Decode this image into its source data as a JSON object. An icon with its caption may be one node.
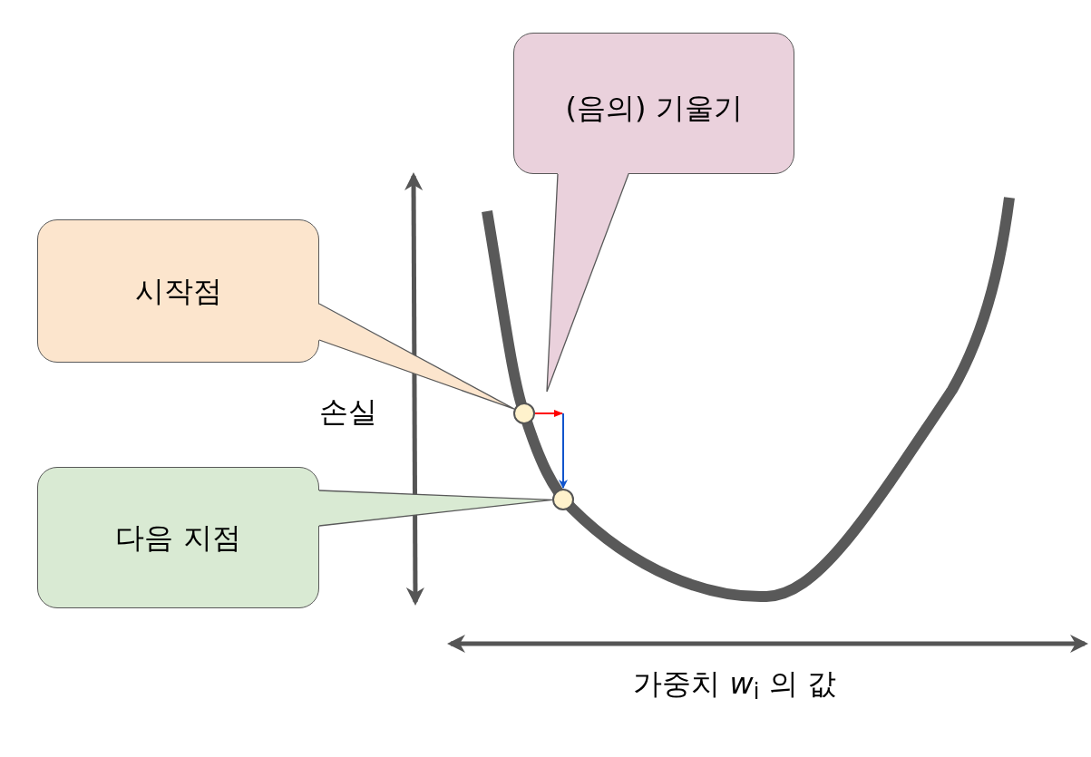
{
  "diagram": {
    "nodes": [
      {
        "text": [
          "(음의) 기울기"
        ]
      },
      {
        "text": [
          "시작점"
        ]
      },
      {
        "text": [
          "다음 지점"
        ]
      },
      {
        "text": [],
        "shape": "circle"
      },
      {
        "text": [],
        "shape": "circle"
      }
    ],
    "edges": [
      {
        "from": 0,
        "to": null,
        "arrow": "none"
      },
      {
        "from": 1,
        "to": 3,
        "arrow": "none"
      },
      {
        "from": 2,
        "to": 4,
        "arrow": "none"
      }
    ],
    "labels": [
      "손실",
      "가중치 *w*$_{i}$ 의 값"
    ]
  }
}
